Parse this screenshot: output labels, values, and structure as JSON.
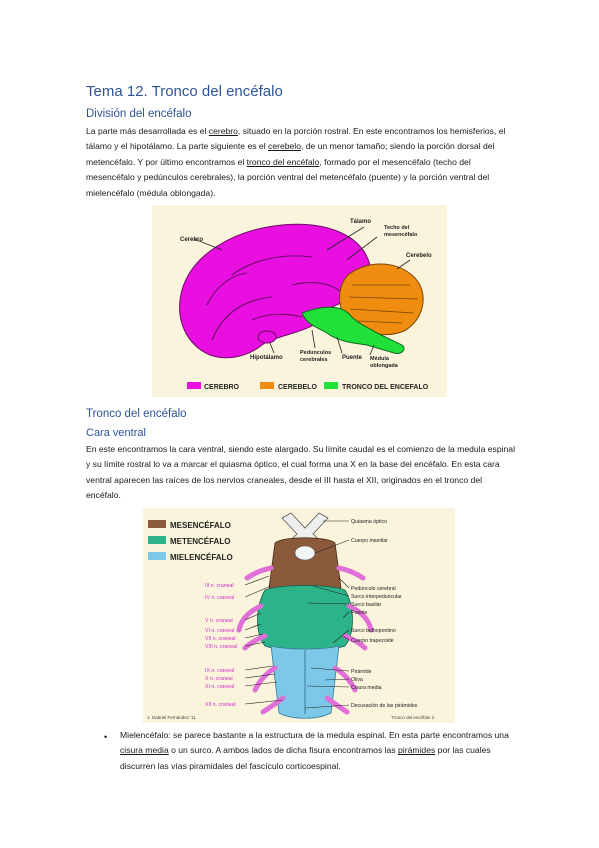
{
  "title": "Tema 12. Tronco del encéfalo",
  "section1": {
    "heading": "División del encéfalo",
    "para_parts": [
      "La parte más desarrollada es el ",
      "cerebro",
      ", situado en la porción rostral. En este encontramos los hemisferios, el tálamo y el hipotálamo. La parte siguiente es el ",
      "cerebelo",
      ", de un menor tamaño; siendo la porción dorsal del metencéfalo. Y por último encontramos el ",
      "tronco del encéfalo",
      ", formado por el mesencéfalo (techo del mesencéfalo y pedúnculos cerebrales), la porción ventral del metencéfalo (puente) y la porción ventral del mielencéfalo (médula oblongada)."
    ]
  },
  "figure1": {
    "labels": {
      "cerebro": "Cerebro",
      "talamo": "Tálamo",
      "techo_1": "Techo del",
      "techo_2": "mesencéfalo",
      "cerebelo": "Cerebelo",
      "hipotalamo": "Hipotálamo",
      "pedunculos_1": "Pedúnculos",
      "pedunculos_2": "cerebrales",
      "puente": "Puente",
      "medula_1": "Médula",
      "medula_2": "oblongada"
    },
    "legend": [
      "CEREBRO",
      "CEREBELO",
      "TRONCO DEL ENCEFALO"
    ],
    "colors": {
      "cerebro": "#e80fe0",
      "cerebelo": "#f08c10",
      "tronco": "#22e03a",
      "background": "#fbf4dc"
    }
  },
  "section2": {
    "heading": "Tronco del encéfalo",
    "subheading": "Cara ventral",
    "para": "En este encontramos la cara ventral, siendo este alargado. Su límite caudal es el comienzo de la medula espinal y su límite rostral lo va a marcar el quiasma óptico, el cual forma una X en la base del encéfalo. En esta cara ventral aparecen las raíces de los nervios craneales, desde el III hasta el XII, originados en el tronco del encéfalo."
  },
  "figure2": {
    "legend": [
      "MESENCÉFALO",
      "METENCÉFALO",
      "MIELENCÉFALO"
    ],
    "colors": {
      "mesencefalo": "#8a5a3a",
      "metencefalo": "#2db38a",
      "mielencefalo": "#7cc8e8",
      "nerves": "#e070d8",
      "background": "#fbf4dc"
    },
    "left_labels": [
      "III n. craneal",
      "IV n. craneal",
      "V n. craneal",
      "VI n. craneal",
      "VII n. craneal",
      "VIII n. craneal",
      "IX n. craneal",
      "X n. craneal",
      "XI n. craneal",
      "XII n. craneal"
    ],
    "right_labels": [
      "Quiasma óptico",
      "Cuerpo mamilar",
      "Pedúnculo cerebral",
      "Surco interpeduncular",
      "Surco basilar",
      "Puente",
      "Surco bulbopontino",
      "Cuerpo trapezoide",
      "Pirámide",
      "Oliva",
      "Cisura media",
      "Decusación de las pirámides"
    ],
    "footer_left": "J. Gabriel Fernández '11",
    "footer_right": "Tronco del encéfalo   2"
  },
  "bullet": {
    "parts": [
      "Mielencéfalo: se parece bastante a la estructura de la medula espinal. En esta parte encontramos una ",
      "cisura media",
      " o un surco. A ambos lados de dicha fisura encontramos las ",
      "pirámides",
      " por las cuales discurren las vías piramidales del fascículo corticoespinal."
    ]
  }
}
